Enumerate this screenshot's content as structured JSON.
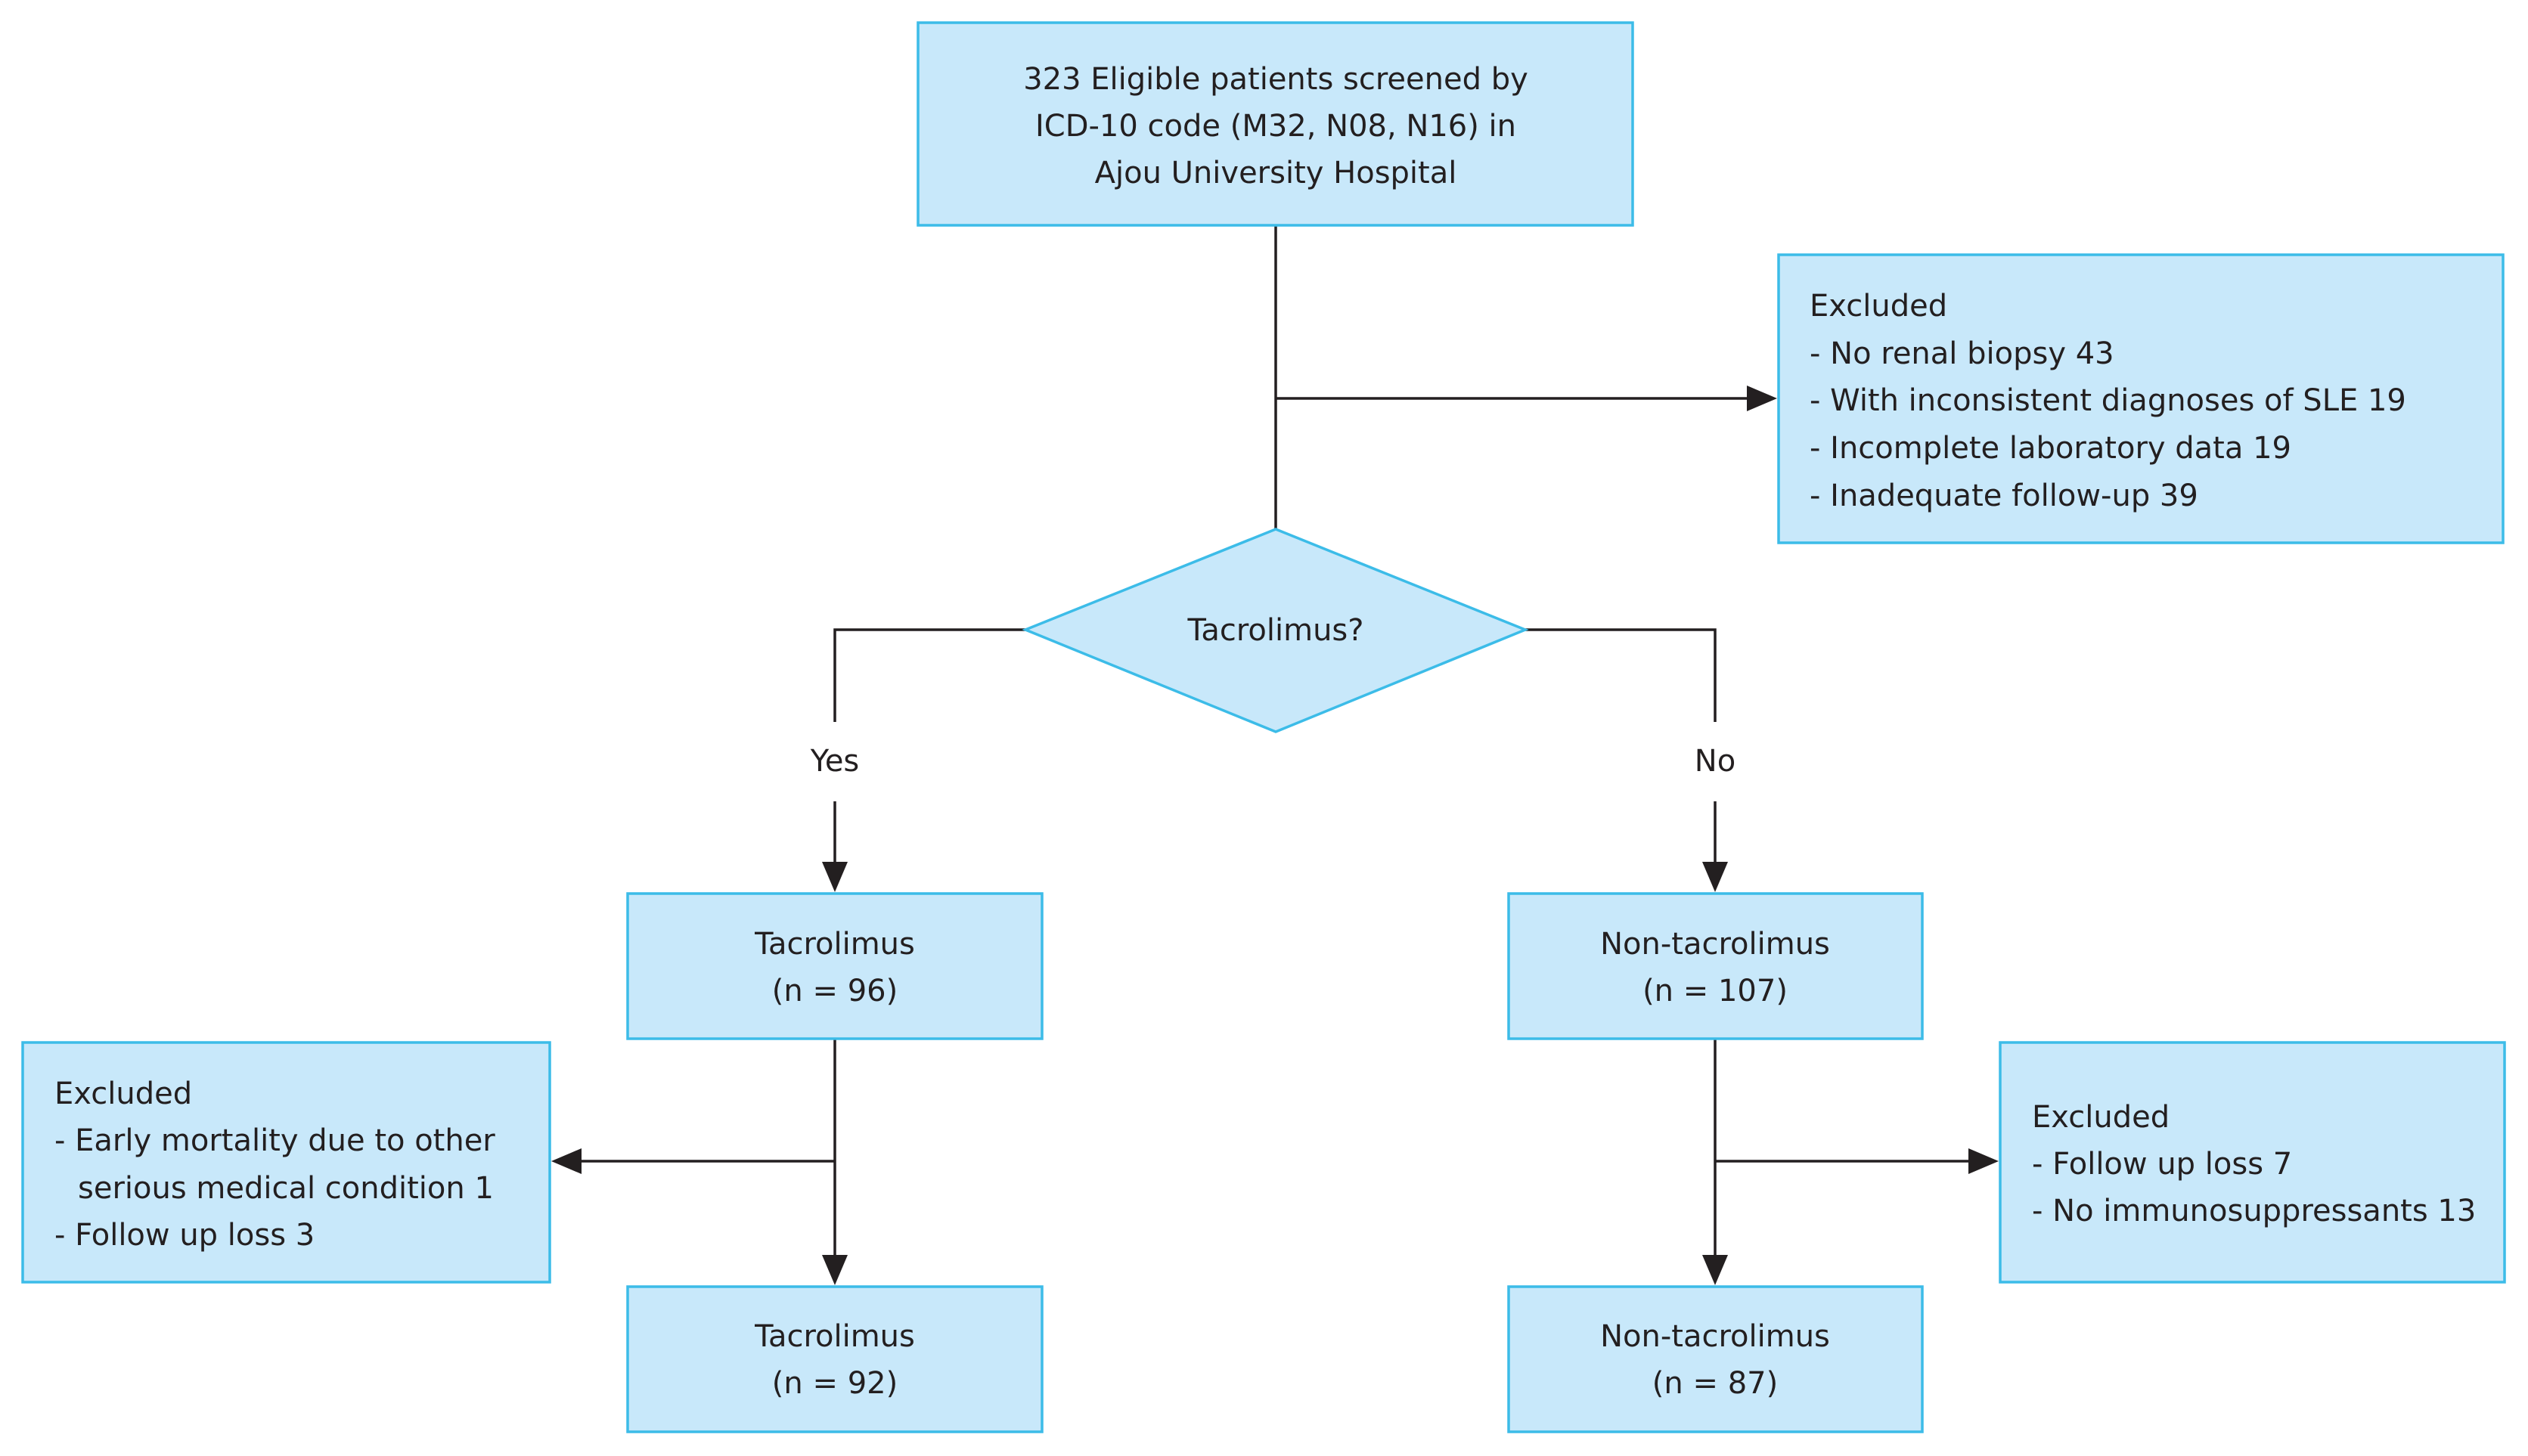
{
  "colors": {
    "box_fill": "#c8e8fa",
    "box_border": "#3cbce8",
    "line": "#231f20"
  },
  "screening": {
    "line1": "323 Eligible patients screened by",
    "line2": "ICD-10 code (M32, N08, N16) in",
    "line3": "Ajou University Hospital"
  },
  "excluded_top": {
    "title": "Excluded",
    "items": [
      "- No renal biopsy 43",
      "- With inconsistent diagnoses of SLE 19",
      "- Incomplete laboratory data 19",
      "- Inadequate follow-up 39"
    ]
  },
  "decision": {
    "label": "Tacrolimus?",
    "yes": "Yes",
    "no": "No"
  },
  "tac_initial": {
    "name": "Tacrolimus",
    "n": "(n = 96)"
  },
  "nontac_initial": {
    "name": "Non-tacrolimus",
    "n": "(n = 107)"
  },
  "excluded_left": {
    "title": "Excluded",
    "items": [
      "- Early mortality due to other",
      "serious medical condition 1",
      "- Follow up loss 3"
    ]
  },
  "excluded_right": {
    "title": "Excluded",
    "items": [
      "- Follow up loss 7",
      "- No immunosuppressants 13"
    ]
  },
  "tac_final": {
    "name": "Tacrolimus",
    "n": "(n = 92)"
  },
  "nontac_final": {
    "name": "Non-tacrolimus",
    "n": "(n = 87)"
  }
}
